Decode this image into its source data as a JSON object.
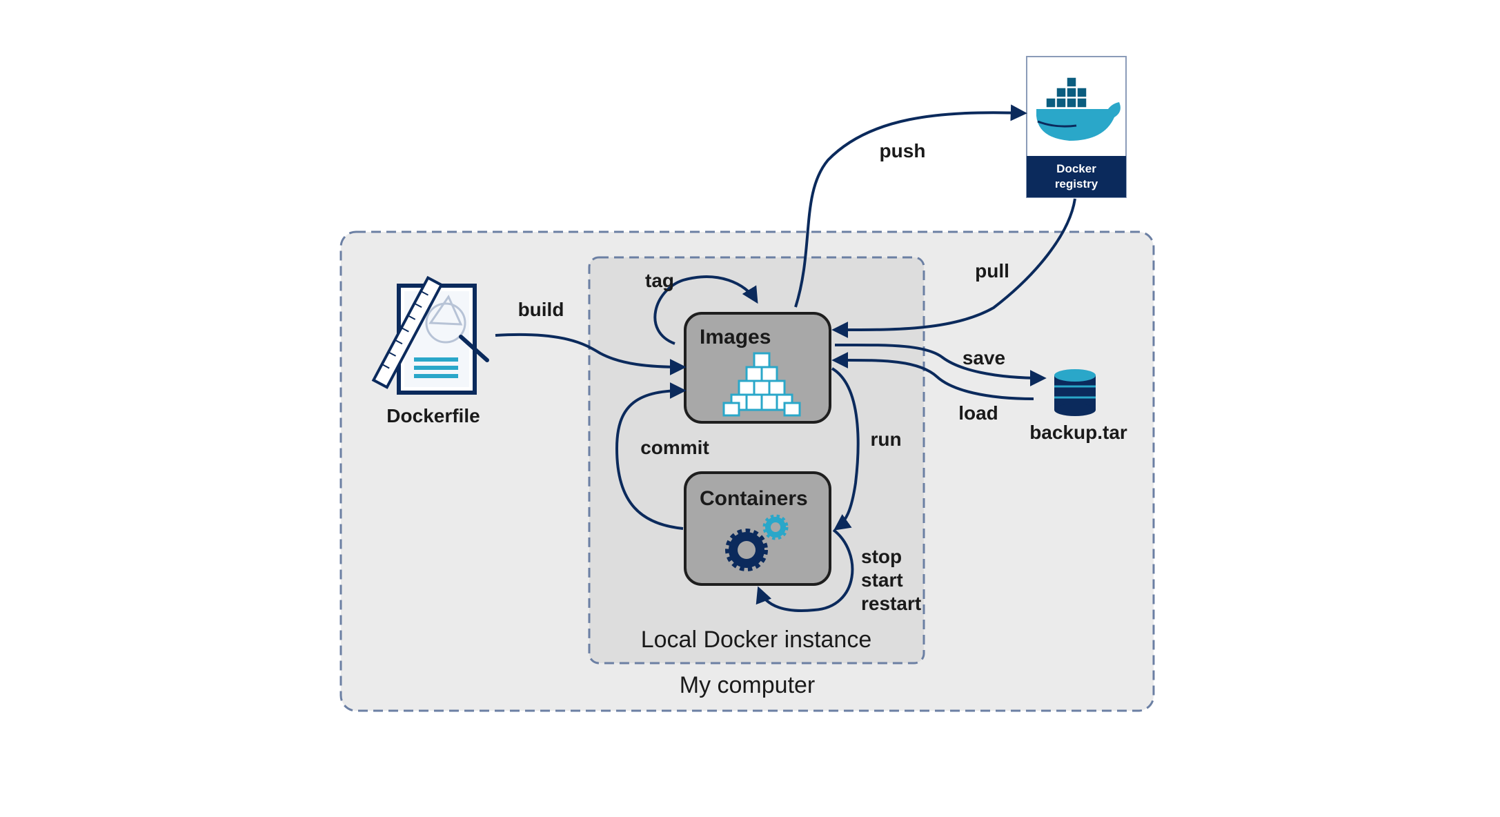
{
  "regions": {
    "my_computer": "My computer",
    "local_instance": "Local Docker instance"
  },
  "nodes": {
    "dockerfile": "Dockerfile",
    "images": "Images",
    "containers": "Containers",
    "registry_line1": "Docker",
    "registry_line2": "registry",
    "backup": "backup.tar"
  },
  "edges": {
    "build": "build",
    "tag": "tag",
    "push": "push",
    "pull": "pull",
    "save": "save",
    "load": "load",
    "run": "run",
    "commit": "commit",
    "stop": "stop",
    "start": "start",
    "restart": "restart"
  },
  "colors": {
    "arrow": "#0b2a5c",
    "node_fill": "#a8a8a8",
    "region_fill": "#ebebeb",
    "inner_region_fill": "#dddddd",
    "accent_teal": "#2aa7c9",
    "registry_band": "#0b2a5c"
  },
  "icons": {
    "dockerfile": "blueprint-document-icon",
    "images": "stacked-cubes-icon",
    "containers": "gears-icon",
    "registry": "docker-whale-icon",
    "backup": "database-icon"
  }
}
